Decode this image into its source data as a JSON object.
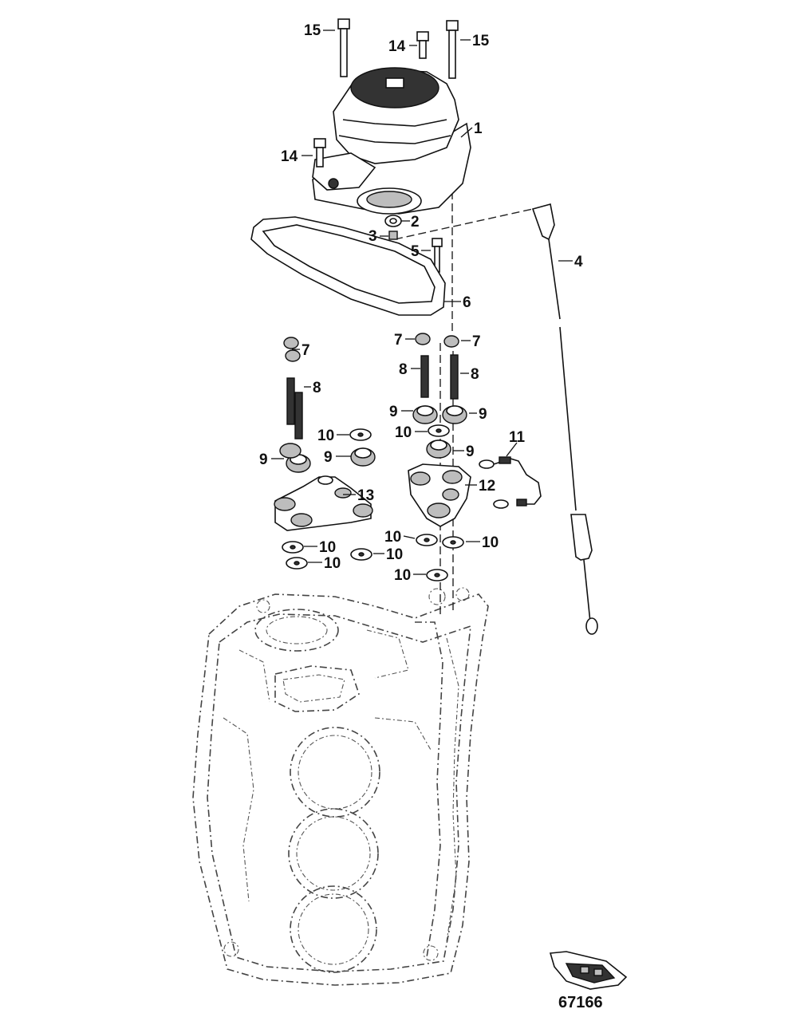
{
  "figure_id": "67166",
  "callouts": [
    {
      "key": "c15a",
      "label": "15"
    },
    {
      "key": "c14a",
      "label": "14"
    },
    {
      "key": "c15b",
      "label": "15"
    },
    {
      "key": "c1",
      "label": "1"
    },
    {
      "key": "c14b",
      "label": "14"
    },
    {
      "key": "c2",
      "label": "2"
    },
    {
      "key": "c3",
      "label": "3"
    },
    {
      "key": "c5",
      "label": "5"
    },
    {
      "key": "c4",
      "label": "4"
    },
    {
      "key": "c6",
      "label": "6"
    },
    {
      "key": "c7a",
      "label": "7"
    },
    {
      "key": "c7b",
      "label": "7"
    },
    {
      "key": "c7c",
      "label": "7"
    },
    {
      "key": "c8a",
      "label": "8"
    },
    {
      "key": "c8b",
      "label": "8"
    },
    {
      "key": "c8c",
      "label": "8"
    },
    {
      "key": "c9a",
      "label": "9"
    },
    {
      "key": "c9b",
      "label": "9"
    },
    {
      "key": "c9c",
      "label": "9"
    },
    {
      "key": "c9d",
      "label": "9"
    },
    {
      "key": "c9e",
      "label": "9"
    },
    {
      "key": "c10a",
      "label": "10"
    },
    {
      "key": "c10b",
      "label": "10"
    },
    {
      "key": "c11",
      "label": "11"
    },
    {
      "key": "c12",
      "label": "12"
    },
    {
      "key": "c13",
      "label": "13"
    },
    {
      "key": "c10c",
      "label": "10"
    },
    {
      "key": "c10d",
      "label": "10"
    },
    {
      "key": "c10e",
      "label": "10"
    },
    {
      "key": "c10f",
      "label": "10"
    },
    {
      "key": "c10g",
      "label": "10"
    },
    {
      "key": "c10h",
      "label": "10"
    }
  ]
}
